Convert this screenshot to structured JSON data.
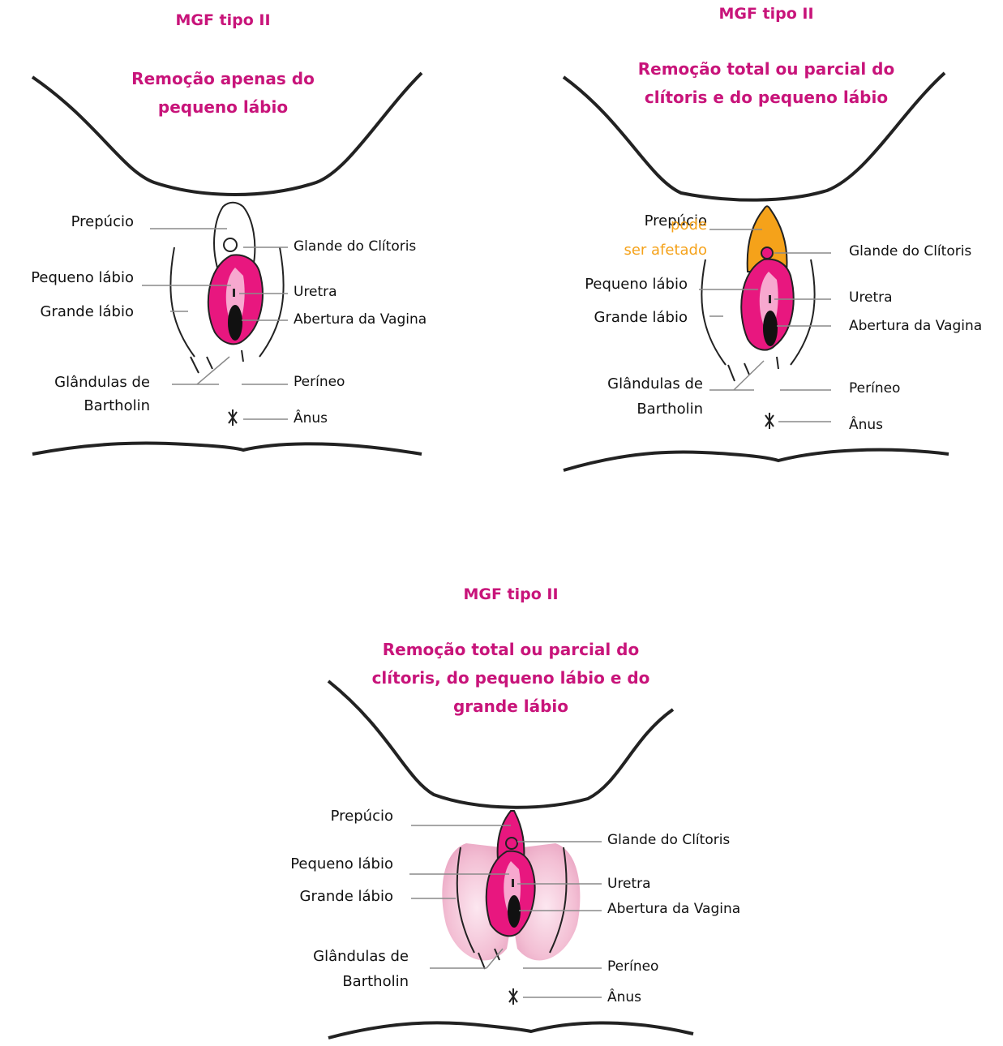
{
  "panels": [
    {
      "type_title": "MGF tipo II",
      "description": "Remoção apenas do pequeno lábio",
      "labels": {
        "prepuce": "Prepúcio",
        "labia_minora": "Pequeno lábio",
        "labia_majora": "Grande lábio",
        "bartholin": "Glândulas de Bartholin",
        "clitoris_glans": "Glande do Clítoris",
        "urethra": "Uretra",
        "vaginal_opening": "Abertura da Vagina",
        "perineum": "Períneo",
        "anus": "Ânus"
      }
    },
    {
      "type_title": "MGF tipo II",
      "description": "Remoção total ou parcial do clítoris e do pequeno lábio",
      "labels": {
        "prepuce": "Prepúcio",
        "prepuce_note": "pode ser afetado",
        "labia_minora": "Pequeno lábio",
        "labia_majora": "Grande lábio",
        "bartholin": "Glândulas de Bartholin",
        "clitoris_glans": "Glande do Clítoris",
        "urethra": "Uretra",
        "vaginal_opening": "Abertura da Vagina",
        "perineum": "Períneo",
        "anus": "Ânus"
      }
    },
    {
      "type_title": "MGF tipo II",
      "description": "Remoção total ou parcial do clítoris, do pequeno lábio e do grande lábio",
      "labels": {
        "prepuce": "Prepúcio",
        "labia_minora": "Pequeno lábio",
        "labia_majora": "Grande lábio",
        "bartholin": "Glândulas de Bartholin",
        "clitoris_glans": "Glande do Clítoris",
        "urethra": "Uretra",
        "vaginal_opening": "Abertura da Vagina",
        "perineum": "Períneo",
        "anus": "Ânus"
      }
    }
  ],
  "colors": {
    "heading": "#c8147a",
    "removed_tissue": "#e8177f",
    "affected_prepuce": "#f5a21a",
    "removed_majora": "#f3bfd4",
    "outline": "#222222",
    "leader_line": "#8a8a8a"
  }
}
